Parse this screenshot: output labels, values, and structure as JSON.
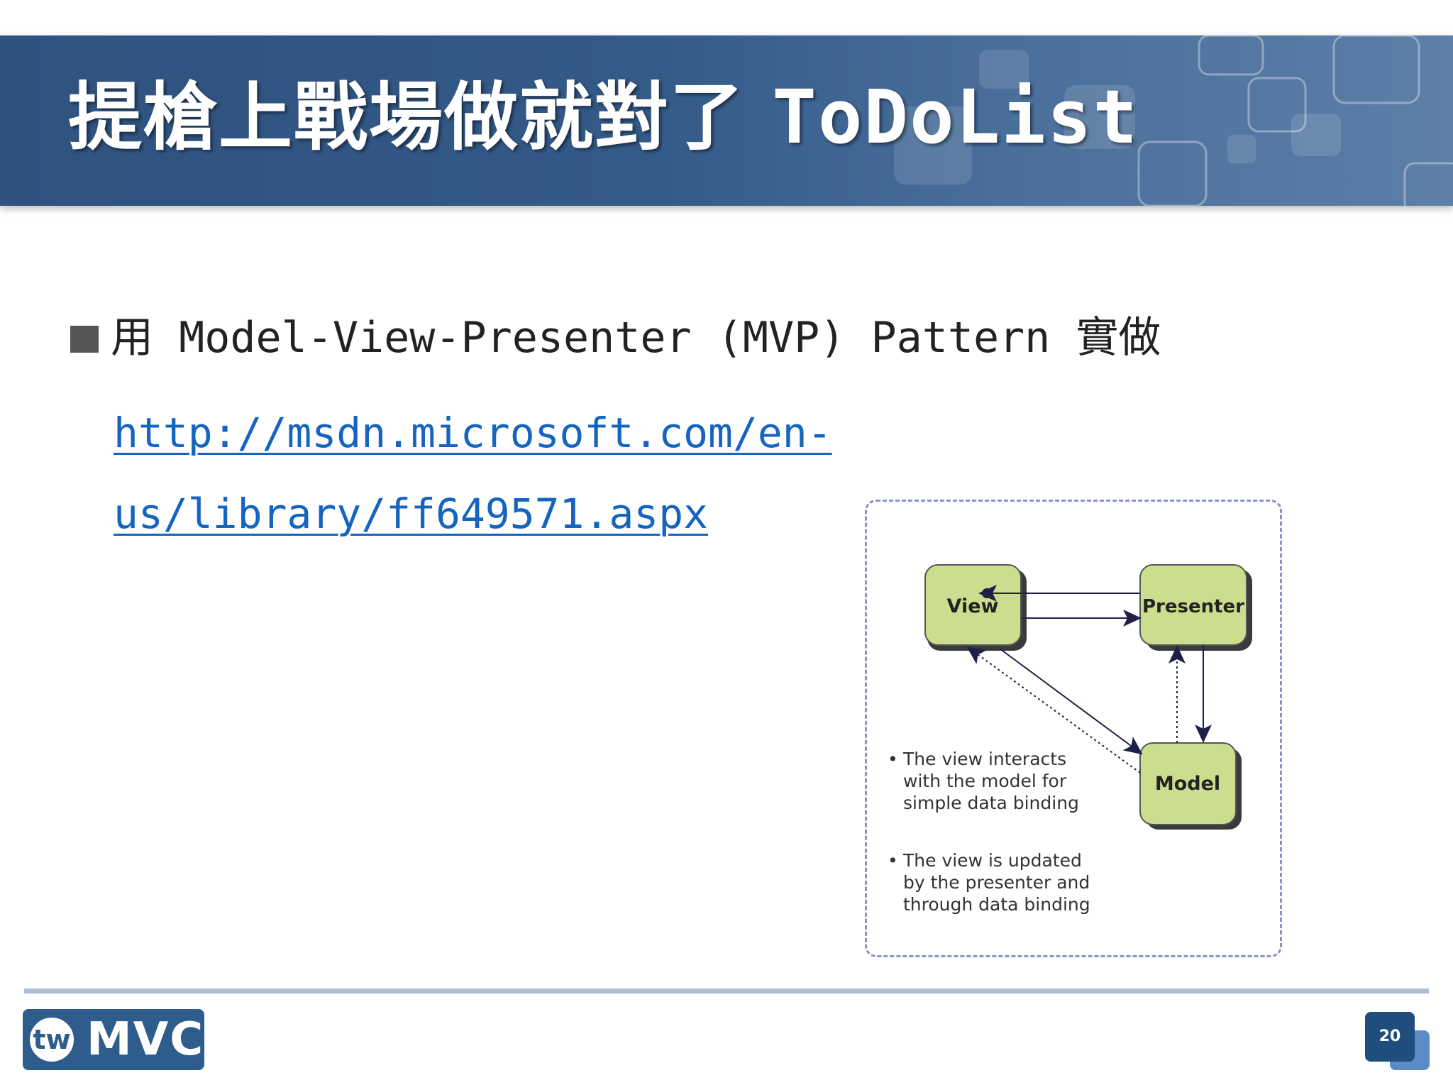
{
  "slide": {
    "title_cjk": "提槍上戰場做就對了",
    "title_latin": "ToDoList",
    "bullet_prefix": "用",
    "bullet_latin": "Model-View-Presenter (MVP) Pattern",
    "bullet_suffix": "實做",
    "link_line_1": "http://msdn.microsoft.com/en-",
    "link_line_2": "us/library/ff649571.aspx",
    "page_number": "20"
  },
  "diagram": {
    "nodes": {
      "view": "View",
      "presenter": "Presenter",
      "model": "Model"
    },
    "notes": [
      [
        "The view interacts",
        "with the model for",
        "simple data binding"
      ],
      [
        "The view is updated",
        "by the presenter and",
        "through data binding"
      ]
    ]
  },
  "logo": {
    "badge": "tw",
    "text": "MVC"
  },
  "colors": {
    "banner": "#345a88",
    "link": "#1565c0",
    "node_fill": "#cddd8e",
    "footer_line": "#a9bcd8",
    "page_badge": "#1f4e7c"
  }
}
